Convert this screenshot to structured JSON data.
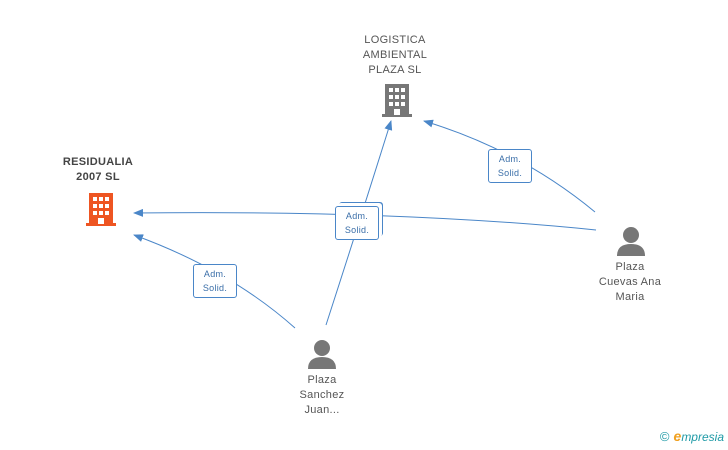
{
  "nodes": {
    "logistica": {
      "lines": [
        "LOGISTICA",
        "AMBIENTAL",
        "PLAZA SL"
      ],
      "type": "company",
      "color": "#777777"
    },
    "residualia": {
      "lines": [
        "RESIDUALIA",
        "2007 SL"
      ],
      "type": "company",
      "color": "#ee5522"
    },
    "ana": {
      "lines": [
        "Plaza",
        "Cuevas Ana",
        "Maria"
      ],
      "type": "person",
      "color": "#777777"
    },
    "juan": {
      "lines": [
        "Plaza",
        "Sanchez",
        "Juan..."
      ],
      "type": "person",
      "color": "#777777"
    }
  },
  "relations": {
    "ana_logistica": {
      "lines": [
        "Adm.",
        "Solid."
      ]
    },
    "shared": {
      "lines": [
        "Adm.",
        "Solid."
      ]
    },
    "juan_residualia": {
      "lines": [
        "Adm.",
        "Solid."
      ]
    }
  },
  "footer": {
    "copyright": "©",
    "brand_initial": "e",
    "brand_rest": "mpresia"
  },
  "colors": {
    "edge": "#4a86c8",
    "icon_gray": "#777777",
    "icon_orange": "#ee5522"
  }
}
